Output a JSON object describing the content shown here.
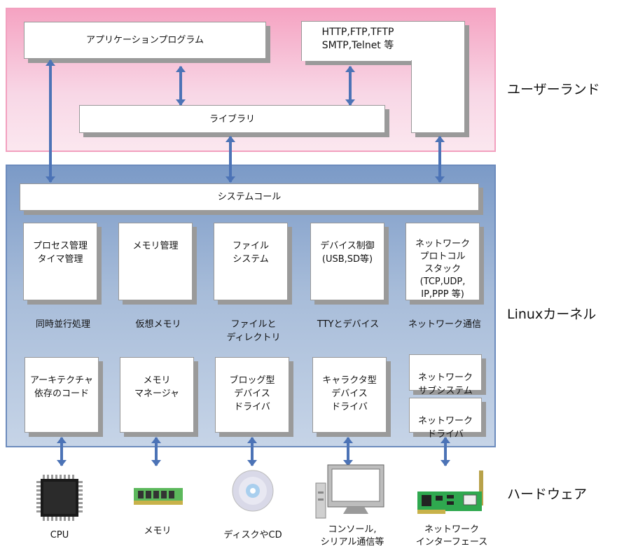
{
  "sections": {
    "userland": "ユーザーランド",
    "kernel": "Linuxカーネル",
    "hardware": "ハードウェア"
  },
  "userland": {
    "application": "アプリケーションプログラム",
    "protocols": "HTTP,FTP,TFTP\nSMTP,Telnet 等",
    "library": "ライブラリ"
  },
  "kernel": {
    "syscall": "システムコール",
    "top_boxes": [
      "プロセス管理\nタイマ管理",
      "メモリ管理",
      "ファイル\nシステム",
      "デバイス制御\n(USB,SD等)",
      "ネットワーク\nプロトコル\nスタック\n(TCP,UDP,\nIP,PPP  等)"
    ],
    "middle_labels": [
      "同時並行処理",
      "仮想メモリ",
      "ファイルと\nディレクトリ",
      "TTYとデバイス",
      "ネットワーク通信"
    ],
    "bottom_boxes": [
      "アーキテクチャ\n依存のコード",
      "メモリ\nマネージャ",
      "ブロッグ型\nデバイス\nドライバ",
      "キャラクタ型\nデバイス\nドライバ"
    ],
    "net_subsystem": "ネットワーク\nサブシステム",
    "net_driver": "ネットワーク\nドライバ"
  },
  "hardware": [
    {
      "label": "CPU",
      "icon": "cpu-chip-icon"
    },
    {
      "label": "メモリ",
      "icon": "memory-module-icon"
    },
    {
      "label": "ディスクやCD",
      "icon": "optical-disc-icon"
    },
    {
      "label": "コンソール,\nシリアル通信等",
      "icon": "monitor-icon"
    },
    {
      "label": "ネットワーク\nインターフェース",
      "icon": "network-card-icon"
    }
  ],
  "colors": {
    "userland_bg": "#f8d7e6",
    "kernel_bg": "#a7bcd9",
    "arrow": "#4c73b6"
  }
}
